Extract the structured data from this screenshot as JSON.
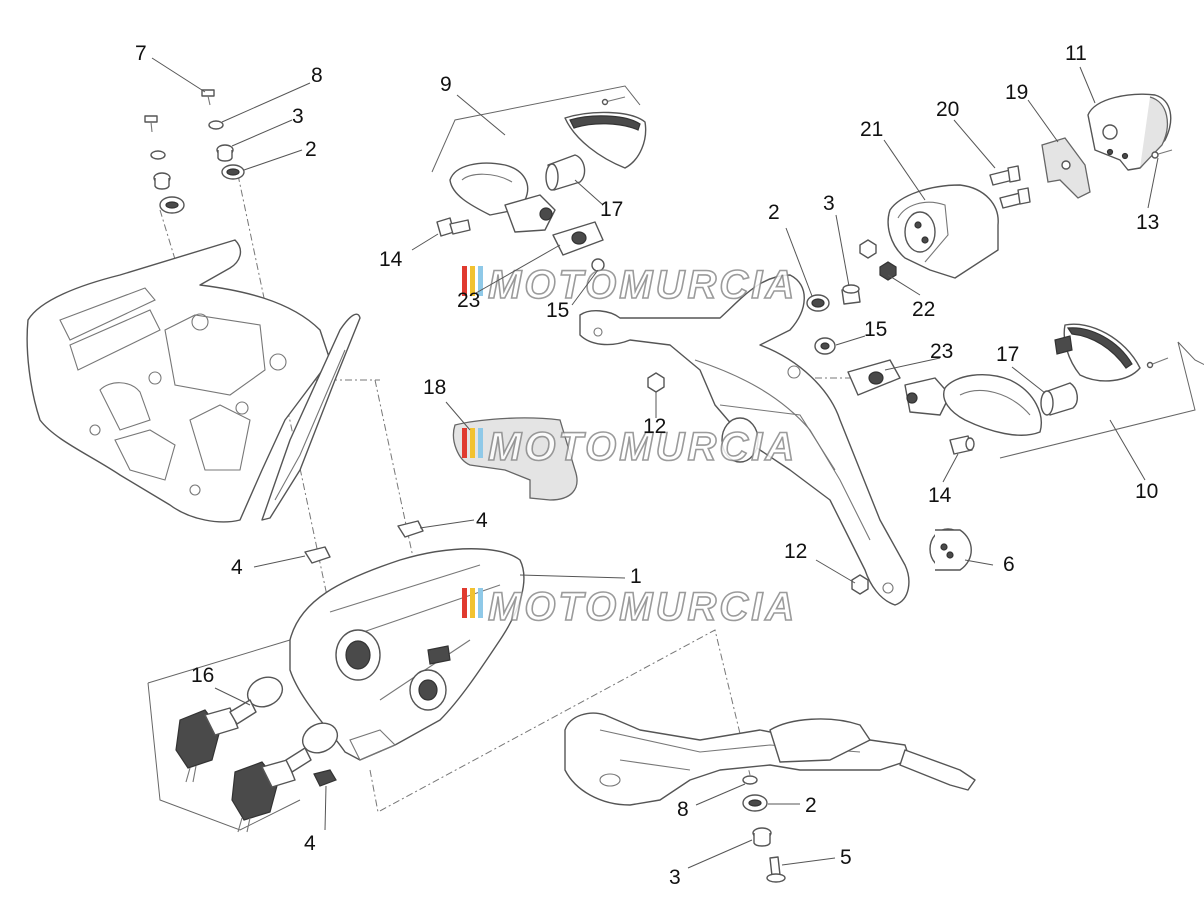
{
  "watermark": {
    "text": "MOTOMURCIA",
    "colors": [
      "#e03a2f",
      "#f2c230",
      "#8fc9e8"
    ]
  },
  "callouts": {
    "c1": "1",
    "c2a": "2",
    "c2b": "2",
    "c2c": "2",
    "c3a": "3",
    "c3b": "3",
    "c3c": "3",
    "c4a": "4",
    "c4b": "4",
    "c4c": "4",
    "c5": "5",
    "c6": "6",
    "c7": "7",
    "c8a": "8",
    "c8b": "8",
    "c9": "9",
    "c10": "10",
    "c11": "11",
    "c12a": "12",
    "c12b": "12",
    "c13": "13",
    "c14a": "14",
    "c14b": "14",
    "c15a": "15",
    "c15b": "15",
    "c16": "16",
    "c17a": "17",
    "c17b": "17",
    "c18": "18",
    "c19": "19",
    "c20": "20",
    "c21": "21",
    "c22": "22",
    "c23a": "23",
    "c23b": "23"
  }
}
